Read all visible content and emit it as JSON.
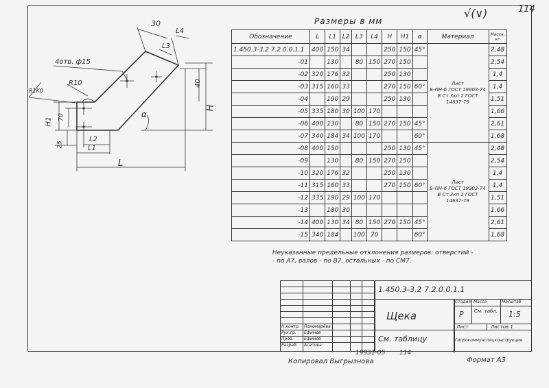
{
  "sheet": {
    "corner_page": "114",
    "roughness_mark": "√(∨)",
    "sizes_header": "Размеры в мм"
  },
  "drawing": {
    "dim_30": "30",
    "dim_L4": "L4",
    "dim_L3": "L3",
    "holes_note": "4отв. ф15",
    "radius_R10": "R10",
    "radius_R1K0": "R1K0",
    "dim_40": "40",
    "dim_H": "H",
    "dim_H1": "H1",
    "dim_70": "70",
    "dim_25": "25",
    "dim_L2": "L2",
    "dim_L1": "L1",
    "dim_L": "L",
    "angle_alpha": "α"
  },
  "table": {
    "headers": [
      "Обозначение",
      "L",
      "L1",
      "L2",
      "L3",
      "L4",
      "H",
      "H1",
      "α",
      "Материал",
      "Масса, кг"
    ],
    "rows": [
      {
        "designation": "1.450.3-3.2  7.2.0.0.1.1",
        "L": "400",
        "L1": "150",
        "L2": "34",
        "L3": "",
        "L4": "",
        "H": "250",
        "H1": "150",
        "alpha": "45°",
        "mass": "2,48"
      },
      {
        "designation": "-01",
        "L": "",
        "L1": "130",
        "L2": "",
        "L3": "80",
        "L4": "150",
        "H": "270",
        "H1": "150",
        "alpha": "",
        "mass": "2,54"
      },
      {
        "designation": "-02",
        "L": "320",
        "L1": "176",
        "L2": "32",
        "L3": "",
        "L4": "",
        "H": "250",
        "H1": "130",
        "alpha": "",
        "mass": "1,4"
      },
      {
        "designation": "-03",
        "L": "315",
        "L1": "160",
        "L2": "33",
        "L3": "",
        "L4": "",
        "H": "270",
        "H1": "150",
        "alpha": "60°",
        "mass": "1,4"
      },
      {
        "designation": "-04",
        "L": "",
        "L1": "190",
        "L2": "29",
        "L3": "",
        "L4": "",
        "H": "250",
        "H1": "130",
        "alpha": "",
        "mass": "1,51"
      },
      {
        "designation": "-05",
        "L": "335",
        "L1": "180",
        "L2": "30",
        "L3": "100",
        "L4": "170",
        "H": "",
        "H1": "",
        "alpha": "",
        "mass": "1,66"
      },
      {
        "designation": "-06",
        "L": "400",
        "L1": "130",
        "L2": "",
        "L3": "80",
        "L4": "150",
        "H": "270",
        "H1": "150",
        "alpha": "45°",
        "mass": "2,61"
      },
      {
        "designation": "-07",
        "L": "340",
        "L1": "184",
        "L2": "34",
        "L3": "100",
        "L4": "170",
        "H": "",
        "H1": "",
        "alpha": "60°",
        "mass": "1,68"
      },
      {
        "designation": "-08",
        "L": "400",
        "L1": "150",
        "L2": "",
        "L3": "",
        "L4": "",
        "H": "250",
        "H1": "130",
        "alpha": "45°",
        "mass": "2,48"
      },
      {
        "designation": "-09",
        "L": "",
        "L1": "130",
        "L2": "",
        "L3": "80",
        "L4": "150",
        "H": "270",
        "H1": "150",
        "alpha": "",
        "mass": "2,54"
      },
      {
        "designation": "-10",
        "L": "320",
        "L1": "176",
        "L2": "32",
        "L3": "",
        "L4": "",
        "H": "250",
        "H1": "130",
        "alpha": "",
        "mass": "1,4"
      },
      {
        "designation": "-11",
        "L": "315",
        "L1": "160",
        "L2": "33",
        "L3": "",
        "L4": "",
        "H": "270",
        "H1": "150",
        "alpha": "60°",
        "mass": "1,4"
      },
      {
        "designation": "-12",
        "L": "335",
        "L1": "190",
        "L2": "29",
        "L3": "100",
        "L4": "170",
        "H": "",
        "H1": "",
        "alpha": "",
        "mass": "1,51"
      },
      {
        "designation": "-13",
        "L": "",
        "L1": "180",
        "L2": "30",
        "L3": "",
        "L4": "",
        "H": "",
        "H1": "",
        "alpha": "",
        "mass": "1,66"
      },
      {
        "designation": "-14",
        "L": "400",
        "L1": "130",
        "L2": "34",
        "L3": "80",
        "L4": "150",
        "H": "270",
        "H1": "150",
        "alpha": "45°",
        "mass": "2,61"
      },
      {
        "designation": "-15",
        "L": "340",
        "L1": "184",
        "L2": "",
        "L3": "100",
        "L4": "70",
        "H": "",
        "H1": "",
        "alpha": "60°",
        "mass": "1,68"
      }
    ],
    "material_1_prefix": "Лист",
    "material_1_line1": "Б-ПН-6 ГОСТ 19903-74",
    "material_1_line2": "В Ст 3кп 2 ГОСТ 14637-79",
    "material_2_prefix": "Лист",
    "material_2_line1": "Б-ПН-6 ГОСТ 19903-74",
    "material_2_line2": "В Ст 3кп 2 ГОСТ 14637-79"
  },
  "note": {
    "line1": "Неуказанные предельные отклонения размеров: отверстий -",
    "line2": "- по А7, валов - по В7, остальных - по СМ7."
  },
  "title_block": {
    "code": "1.450.3-3.2  7.2.0.0.1.1",
    "name": "Щека",
    "material": "См. таблицу",
    "stage_label": "Стадия",
    "mass_label": "Масса",
    "scale_label": "Масштаб",
    "stage": "Р",
    "mass": "См. табл.",
    "scale": "1:5",
    "sheet_label": "Лист",
    "sheets_label": "Листов 1",
    "org": "Гипрокоммунспецконструкция",
    "roles": [
      "Н.контр.",
      "Рук.гр.",
      "Пров.",
      "Разраб."
    ],
    "names": [
      "Пономарёва",
      "Ефимов",
      "Ефимов",
      "Агапова"
    ]
  },
  "footer": {
    "stamp_number": "19931-05",
    "stamp_page": "114",
    "copied": "Копировал Выгрызнова",
    "format": "Формат А3"
  }
}
